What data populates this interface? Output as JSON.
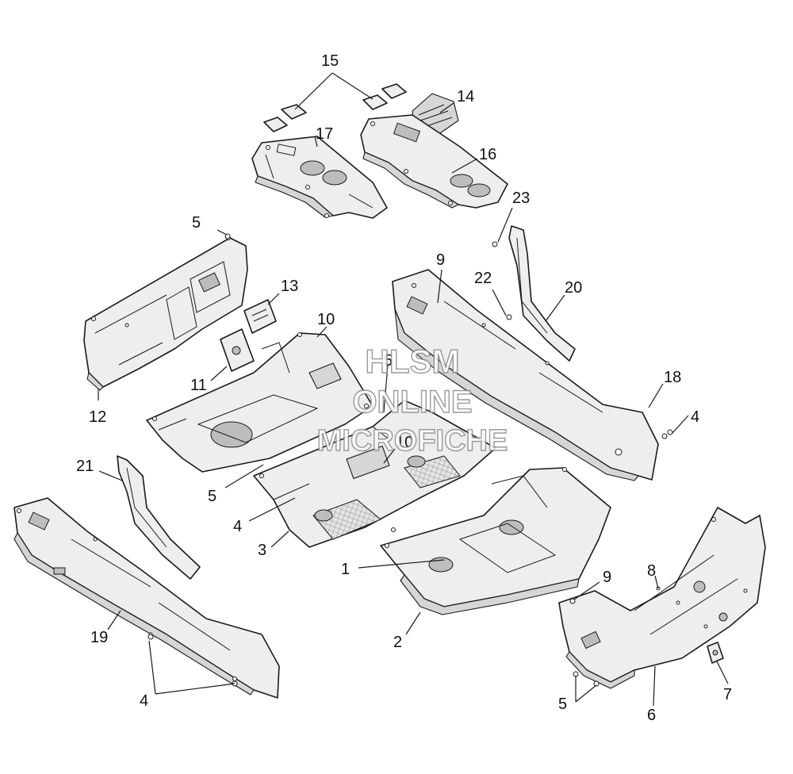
{
  "callouts": {
    "c1": "1",
    "c2": "2",
    "c3": "3",
    "c4a": "4",
    "c4b": "4",
    "c4c": "4",
    "c5a": "5",
    "c5b": "5",
    "c5c": "5",
    "c5d": "5",
    "c6": "6",
    "c7": "7",
    "c8": "8",
    "c9a": "9",
    "c9b": "9",
    "c10a": "10",
    "c10b": "10",
    "c11": "11",
    "c12": "12",
    "c13": "13",
    "c14": "14",
    "c15": "15",
    "c16": "16",
    "c17": "17",
    "c18": "18",
    "c19": "19",
    "c20": "20",
    "c21": "21",
    "c22": "22",
    "c23": "23"
  },
  "watermark": {
    "line1": "HLSM",
    "line2": "ONLINE",
    "line3": "MICROFICHE"
  }
}
